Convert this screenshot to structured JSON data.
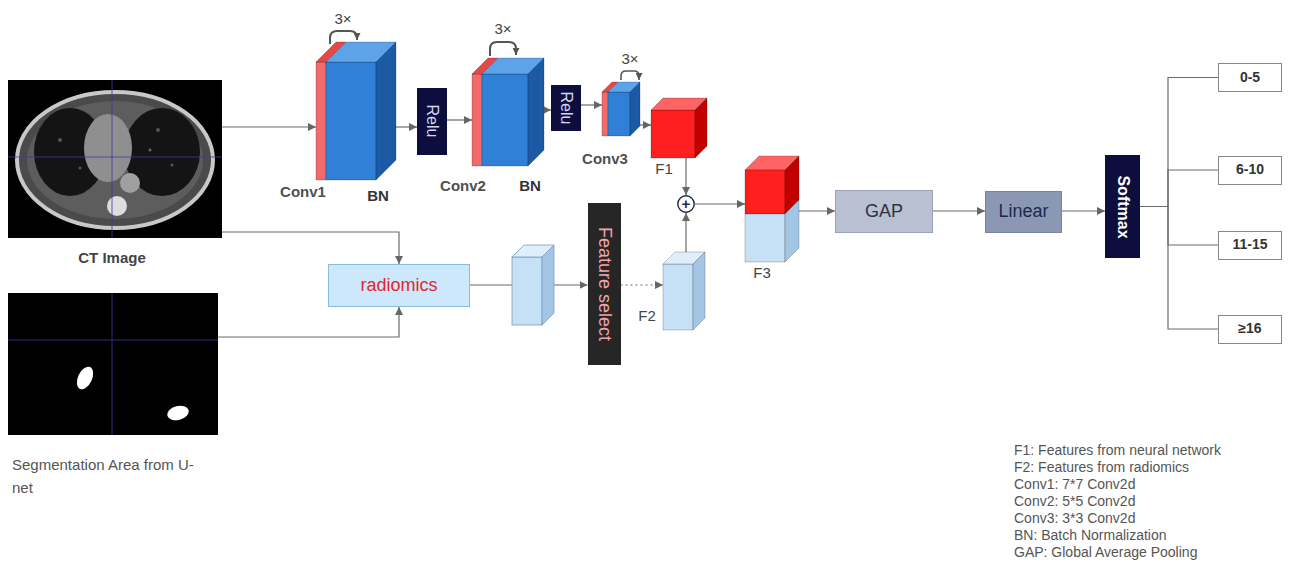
{
  "diagram": {
    "nodes": [
      {
        "text": [
          "CT Image"
        ]
      },
      {
        "text": [
          "Segmentation Area from U-net"
        ]
      },
      {
        "text": [
          "3×",
          "Conv1",
          "BN"
        ]
      },
      {
        "text": [
          "Relu"
        ]
      },
      {
        "text": [
          "3×",
          "Conv2",
          "BN"
        ]
      },
      {
        "text": [
          "Relu"
        ]
      },
      {
        "text": [
          "3×",
          "Conv3"
        ]
      },
      {
        "text": [
          "F1"
        ]
      },
      {
        "text": [
          "radiomics"
        ]
      },
      {
        "text": [
          "Feature select"
        ]
      },
      {
        "text": [
          "F2"
        ]
      },
      {
        "text": [
          "+"
        ]
      },
      {
        "text": [
          "F3"
        ]
      },
      {
        "text": [
          "GAP"
        ]
      },
      {
        "text": [
          "Linear"
        ]
      },
      {
        "text": [
          "Softmax"
        ]
      },
      {
        "text": [
          "0-5"
        ]
      },
      {
        "text": [
          "6-10"
        ]
      },
      {
        "text": [
          "11-15"
        ]
      },
      {
        "text": [
          "≥16"
        ]
      }
    ],
    "edges": [
      {
        "from": 0,
        "to": 2,
        "arrow": "to"
      },
      {
        "from": 2,
        "to": 3,
        "arrow": "to"
      },
      {
        "from": 3,
        "to": 4,
        "arrow": "to"
      },
      {
        "from": 4,
        "to": 5,
        "arrow": "to"
      },
      {
        "from": 5,
        "to": 6,
        "arrow": "to"
      },
      {
        "from": 6,
        "to": 7,
        "arrow": "to"
      },
      {
        "from": 7,
        "to": 11,
        "arrow": "to"
      },
      {
        "from": 0,
        "to": 8,
        "arrow": "to"
      },
      {
        "from": 1,
        "to": 8,
        "arrow": "to"
      },
      {
        "from": 8,
        "to": 9,
        "arrow": "to"
      },
      {
        "from": 9,
        "to": 10,
        "arrow": "to"
      },
      {
        "from": 10,
        "to": 11,
        "arrow": "to"
      },
      {
        "from": 11,
        "to": 12,
        "arrow": "to"
      },
      {
        "from": 12,
        "to": 13,
        "arrow": "to"
      },
      {
        "from": 13,
        "to": 14,
        "arrow": "to"
      },
      {
        "from": 14,
        "to": 15,
        "arrow": "to"
      },
      {
        "from": 15,
        "to": 16,
        "arrow": "none"
      },
      {
        "from": 15,
        "to": 17,
        "arrow": "none"
      },
      {
        "from": 15,
        "to": 18,
        "arrow": "none"
      },
      {
        "from": 15,
        "to": 19,
        "arrow": "none"
      }
    ],
    "labels": [
      "F1: Features from neural network",
      "F2: Features from radiomics",
      "Conv1: 7*7 Conv2d",
      "Conv2: 5*5 Conv2d",
      "Conv3: 3*3 Conv2d",
      "BN: Batch Normalization",
      "GAP: Global Average Pooling"
    ]
  }
}
